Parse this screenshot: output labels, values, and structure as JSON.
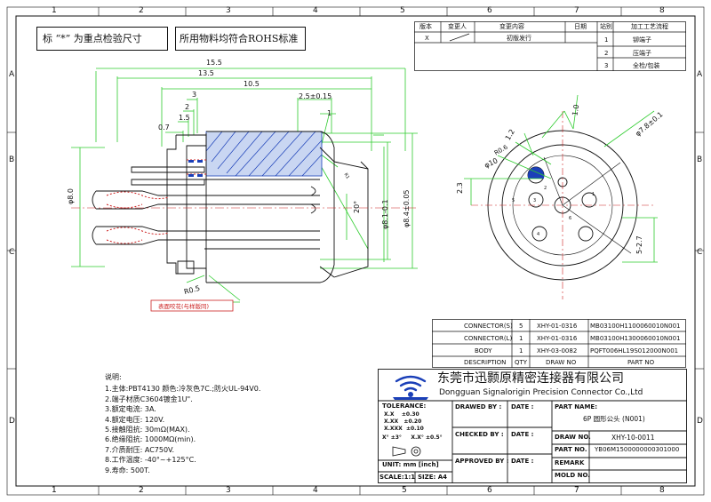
{
  "border": {
    "col_labels": [
      "1",
      "2",
      "3",
      "4",
      "5",
      "6",
      "7",
      "8"
    ],
    "row_labels": [
      "A",
      "B",
      "C",
      "D"
    ]
  },
  "top_notes": {
    "key_dim_note": "标 “*” 为重点检验尺寸",
    "rohs_note": "所用物料均符合ROHS标准"
  },
  "revision_table": {
    "headers": [
      "版本",
      "变更人",
      "变更内容",
      "日期"
    ],
    "row": [
      "X",
      "",
      "初版发行",
      ""
    ]
  },
  "process_table": {
    "headers": [
      "站别",
      "加工工艺流程"
    ],
    "rows": [
      [
        "1",
        "铆端子"
      ],
      [
        "2",
        "压端子"
      ],
      [
        "3",
        "全检/包装"
      ]
    ]
  },
  "side_view_dims": {
    "d15_5": "15.5",
    "d13_5": "13.5",
    "d10_5": "10.5",
    "d3": "3",
    "d2": "2",
    "d1_5": "1.5",
    "d0_7": "0.7",
    "d2_5": "2.5±0.15",
    "d1": "1",
    "dia8": "φ8.0",
    "angle20": "20°",
    "dia8_1": "φ8.1-0.1",
    "dia8_4": "φ8.4±0.05",
    "r0_5": "R0.5",
    "r_small": "R1",
    "knurl_note": "表面咬花(与样版同)"
  },
  "front_view_dims": {
    "d1_0": "1.0",
    "d1_2": "1.2",
    "r0_6": "R0.6",
    "dia10": "φ10",
    "dia7_8": "φ7.8±0.1",
    "d2_3": "2.3",
    "d5_27": "5-2.7",
    "pin_labels": [
      "1",
      "2",
      "3",
      "4",
      "5",
      "6"
    ]
  },
  "bom": {
    "rows": [
      {
        "name": "CONNECTOR(S)",
        "qty": "5",
        "dwg": "XHY-01-0316",
        "part": "MB03100H1100060010N001"
      },
      {
        "name": "CONNECTOR(L)",
        "qty": "1",
        "dwg": "XHY-01-0316",
        "part": "MB03100H1300060010N001"
      },
      {
        "name": "BODY",
        "qty": "1",
        "dwg": "XHY-03-0082",
        "part": "PQFT006HL19S012000N001"
      }
    ],
    "header": {
      "name": "DESCRIPTION",
      "qty": "QTY",
      "dwg": "DRAW NO",
      "part": "PART NO"
    }
  },
  "spec_notes": {
    "title": "说明:",
    "lines": [
      "1.主体:PBT4130 颜色:冷灰色7C.;防火UL-94V0.",
      "2.端子材质C3604镀金1U\".",
      "3.额定电流: 3A.",
      "4.额定电压: 120V.",
      "5.接触阻抗: 30mΩ(MAX).",
      "6.绝缘阻抗: 1000MΩ(min).",
      "7.介质耐压: AC750V.",
      "8.工作温度: -40°~+125°C.",
      "9.寿命: 500T."
    ]
  },
  "company": {
    "name_cn": "东莞市迅颢原精密连接器有限公司",
    "name_en": "Dongguan Signalorigin Precision Connector Co.,Ltd"
  },
  "tolerance": {
    "title": "TOLERANCE:",
    "lines": [
      "X.X    ±0.30",
      "X.XX   ±0.20",
      "X.XXX  ±0.10"
    ],
    "angles": "X° ±3°     X.X° ±0.5°",
    "unit": "UNIT: mm  [inch]",
    "scale": "SCALE:1:1",
    "size": "SIZE: A4"
  },
  "title_block": {
    "drawn_by": "DRAWED BY :",
    "checked_by": "CHECKED BY :",
    "approved_by": "APPROVED BY :",
    "date": "DATE :",
    "part_name_label": "PART NAME:",
    "part_name": "6P 圆形公头 (N001)",
    "draw_no_label": "DRAW NO.",
    "draw_no": "XHY-10-0011",
    "part_no_label": "PART NO.",
    "part_no": "YB06M1500000000301000",
    "remark_label": "REMARK",
    "remark": "",
    "mold_no_label": "MOLD NO.",
    "mold_no": ""
  },
  "colors": {
    "dimension": "#2ecc2e",
    "section": "#1a3fb8",
    "note": "#cc2222",
    "center": "#cc2222",
    "line": "#111111"
  }
}
